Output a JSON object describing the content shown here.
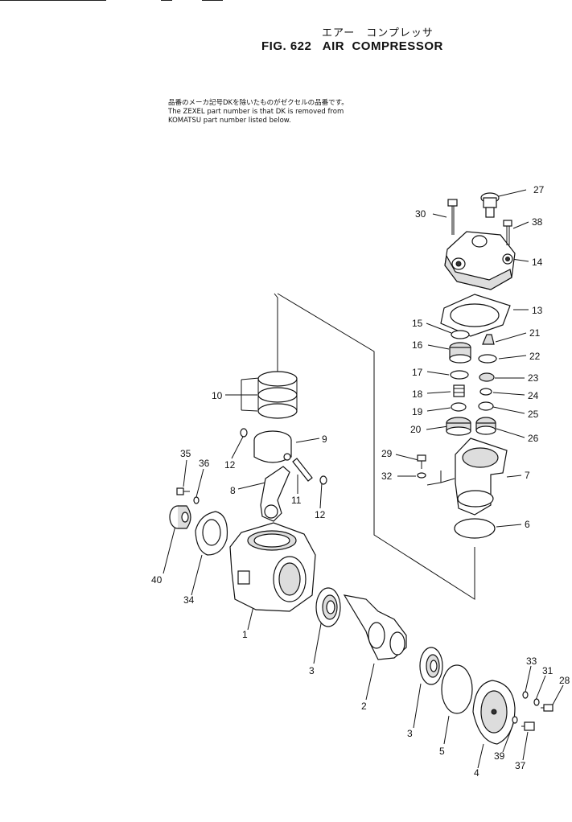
{
  "header": {
    "title_jp": "エアー　コンプレッサ",
    "fig_title": "FIG. 622   AIR  COMPRESSOR"
  },
  "note": {
    "line1": "品番のメーカ記号DKを除いたものがゼクセルの品番です。",
    "line2": "The ZEXEL part number is that DK is removed from",
    "line3": "KOMATSU part number listed below."
  },
  "callouts": [
    "27",
    "30",
    "38",
    "14",
    "13",
    "15",
    "21",
    "16",
    "22",
    "17",
    "23",
    "18",
    "24",
    "19",
    "25",
    "20",
    "26",
    "10",
    "9",
    "12",
    "35",
    "36",
    "8",
    "11",
    "12",
    "29",
    "32",
    "7",
    "6",
    "40",
    "34",
    "1",
    "3",
    "2",
    "3",
    "5",
    "4",
    "39",
    "37",
    "33",
    "31",
    "28"
  ]
}
